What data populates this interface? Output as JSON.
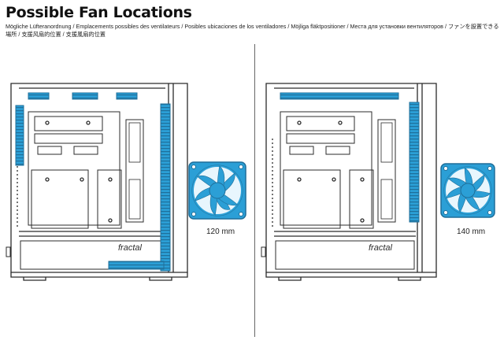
{
  "header": {
    "title": "Possible Fan Locations",
    "subtitle": "Mögliche Lüfteranordnung / Emplacements possibles des ventilateurs / Posibles ubicaciones de los ventiladores / Möjliga fläktpositioner / Места для установки вентиляторов / ファンを設置できる場所 / 支援风扇的位置 / 支援風扇的位置"
  },
  "panels": [
    {
      "fan_size_label": "120 mm",
      "fan_size": 120
    },
    {
      "fan_size_label": "140 mm",
      "fan_size": 140
    }
  ],
  "case_logo": "fractal",
  "colors": {
    "fan_blue": "#2b9fd6",
    "fan_blue_dark": "#1f6f9a",
    "outline": "#2b2b2b",
    "divider": "#666666"
  }
}
